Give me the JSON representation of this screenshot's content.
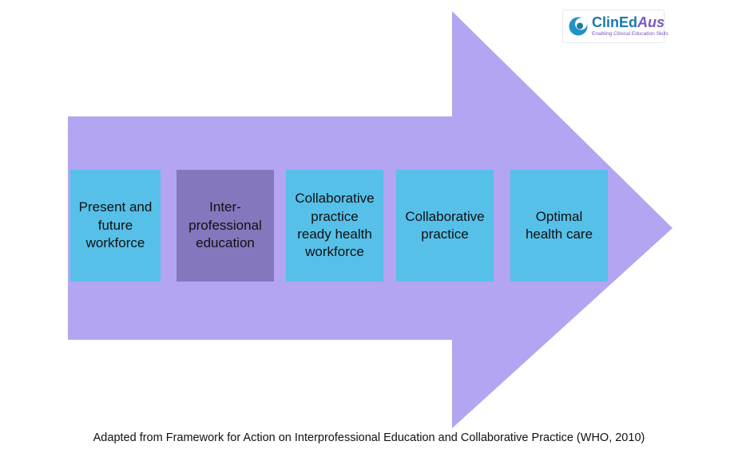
{
  "logo": {
    "name_part1": "ClinEd",
    "name_part2": "Aus",
    "tagline": "Enabling Clinical Education Skills"
  },
  "diagram": {
    "arrow_color": "#b3a5f2",
    "box_cyan": "#56c0e8",
    "box_purple": "#8577bd",
    "boxes": [
      {
        "label": "Present and future workforce",
        "color": "#56c0e8"
      },
      {
        "label": "Inter-professional education",
        "color": "#8577bd"
      },
      {
        "label": "Collaborative practice ready health workforce",
        "color": "#56c0e8"
      },
      {
        "label": "Collaborative practice",
        "color": "#56c0e8"
      },
      {
        "label": "Optimal health care",
        "color": "#56c0e8"
      }
    ]
  },
  "caption": "Adapted from Framework for Action on Interprofessional Education and Collaborative Practice (WHO, 2010)"
}
